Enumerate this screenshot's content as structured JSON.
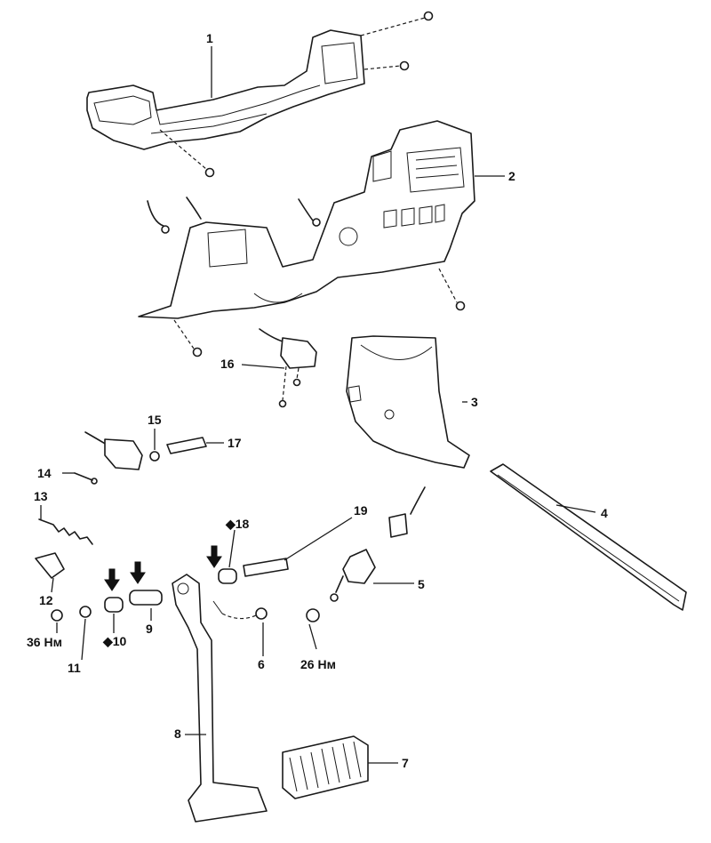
{
  "labels": {
    "l1": "1",
    "l2": "2",
    "l3": "3",
    "l4": "4",
    "l5": "5",
    "l6": "6",
    "l7": "7",
    "l8": "8",
    "l9": "9",
    "l10": "◆10",
    "l11": "11",
    "l12": "12",
    "l13": "13",
    "l14": "14",
    "l15": "15",
    "l16": "16",
    "l17": "17",
    "l18": "◆18",
    "l19": "19",
    "torque36": "36 Нм",
    "torque26": "26 Нм"
  }
}
